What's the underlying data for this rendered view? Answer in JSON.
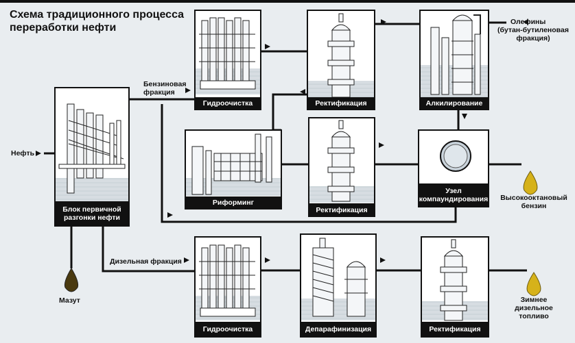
{
  "title": {
    "line1": "Схема традиционного процесса",
    "line2": "переработки нефти"
  },
  "units": {
    "primary": {
      "line1": "Блок первичной",
      "line2": "разгонки нефти"
    },
    "hydro_top": "Гидроочистка",
    "rect_top": "Ректификация",
    "alkylation": "Алкилирование",
    "reforming": "Риформинг",
    "rect_mid": "Ректификация",
    "compounding": {
      "line1": "Узел",
      "line2": "компаундирования"
    },
    "hydro_bottom": "Гидроочистка",
    "dewax": "Депарафинизация",
    "rect_bottom": "Ректификация"
  },
  "streams": {
    "oil": "Нефть",
    "gasoline_frac": {
      "line1": "Бензиновая",
      "line2": "фракция"
    },
    "olefins": {
      "line1": "Олефины",
      "line2": "(бутан-бутиленовая",
      "line3": "фракция)"
    },
    "diesel_frac": "Дизельная фракция"
  },
  "products": {
    "fuel_oil": "Мазут",
    "gasoline": {
      "line1": "Высокооктановый",
      "line2": "бензин"
    },
    "diesel": {
      "line1": "Зимнее",
      "line2": "дизельное",
      "line3": "топливо"
    }
  },
  "colors": {
    "background": "#e9edf0",
    "pipe": "#111111",
    "unit_label_bg": "#111111",
    "panel_bg": "#ffffff",
    "drop_dark": "#4a3a10",
    "drop_gold": "#d6b21a"
  }
}
